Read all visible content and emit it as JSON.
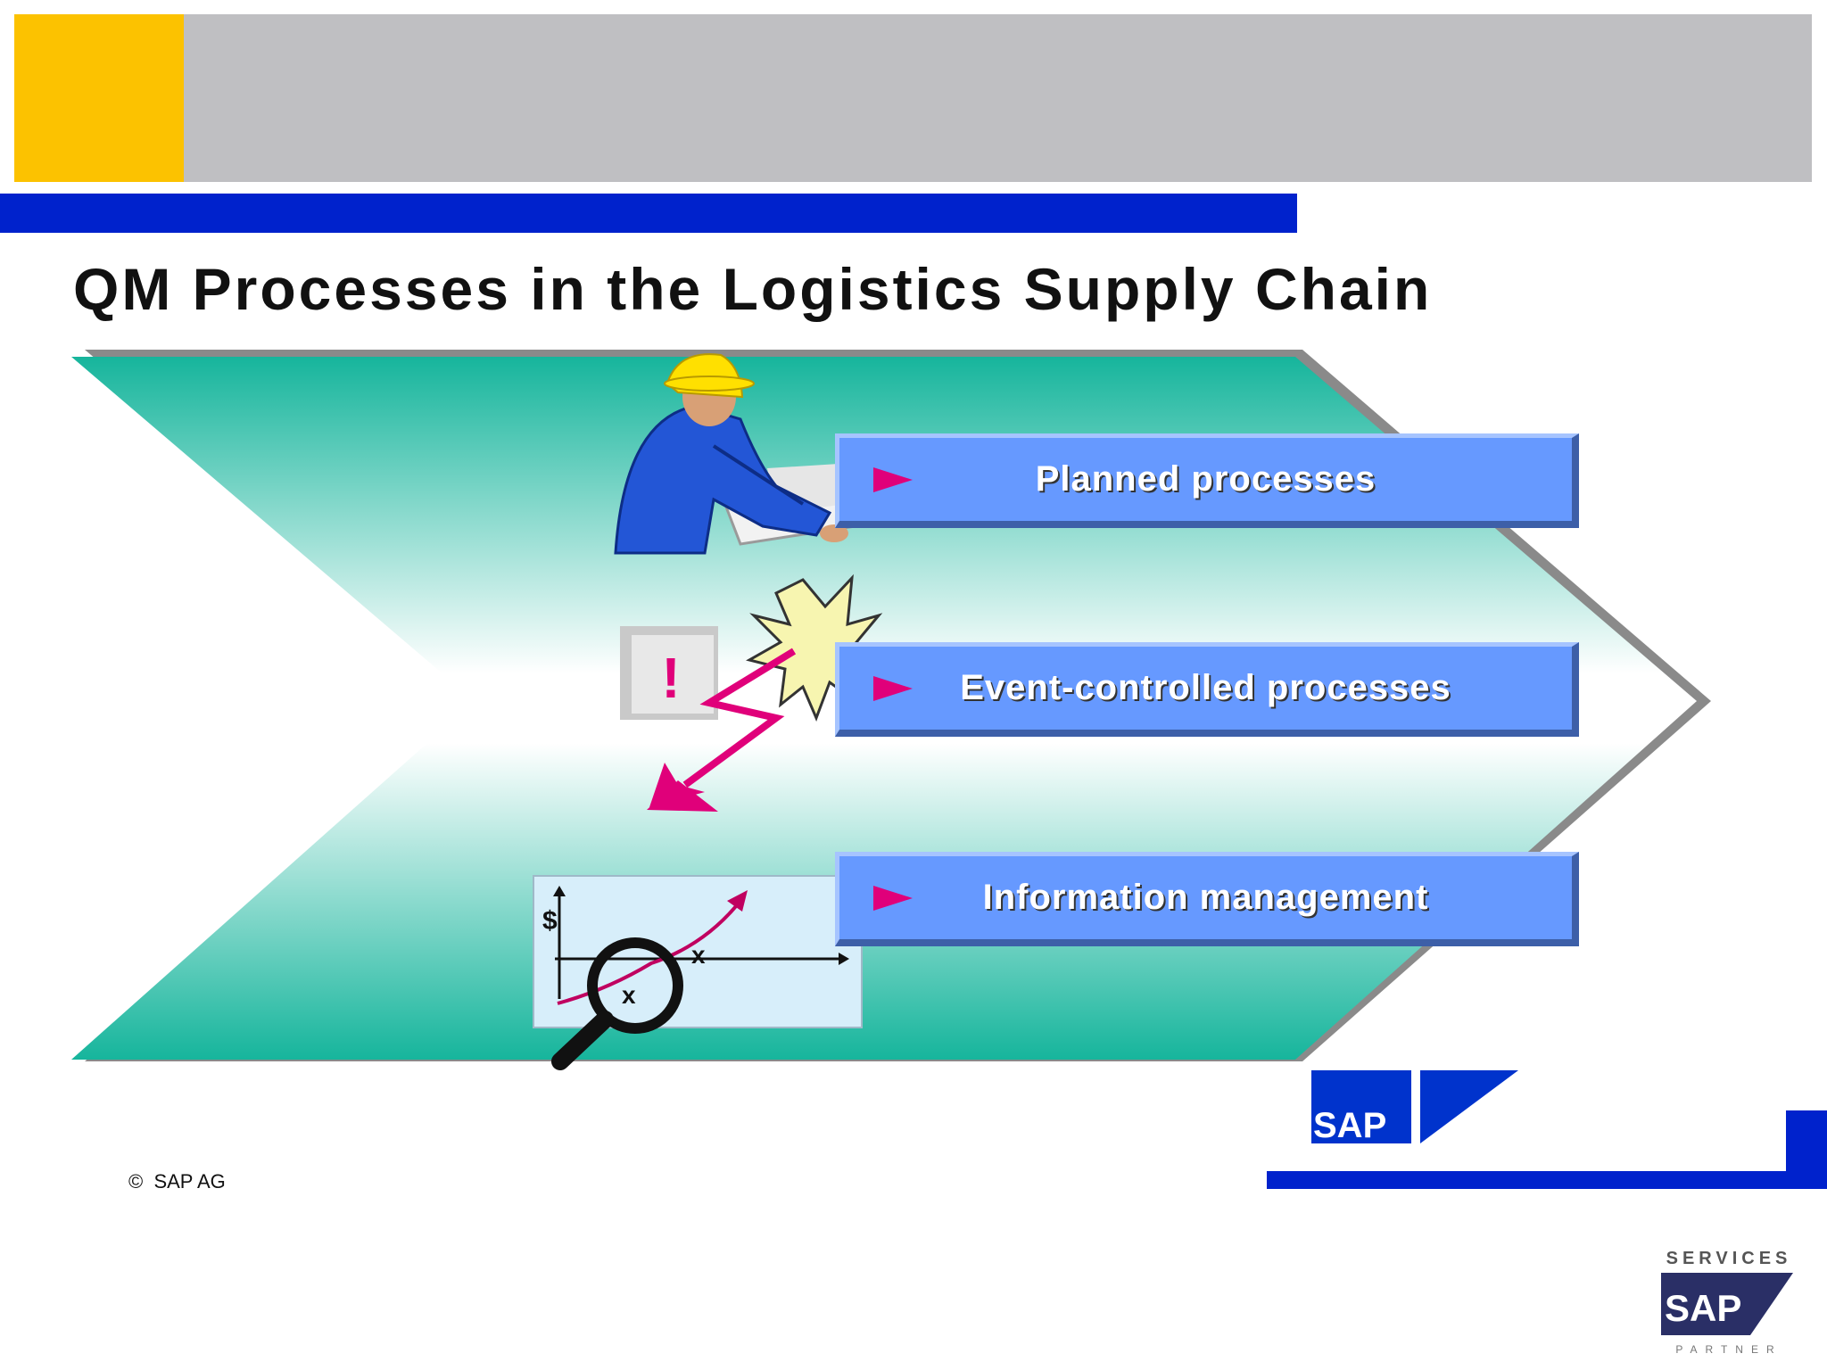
{
  "title": "QM Processes in the Logistics Supply Chain",
  "processes": [
    {
      "label": "Planned processes"
    },
    {
      "label": "Event-controlled processes"
    },
    {
      "label": "Information management"
    }
  ],
  "graph_labels": {
    "y_axis": "$",
    "point_1": "x",
    "point_2": "x"
  },
  "warning_symbol": "!",
  "footer": {
    "copyright": "SAP AG"
  },
  "logos": {
    "sap_text": "SAP",
    "services_text": "SERVICES",
    "partner_text": "PARTNER"
  },
  "colors": {
    "header_yellow": "#fcc200",
    "header_gray": "#bfbfc2",
    "header_blue": "#0022cc",
    "teal": "#16b59c",
    "button_blue": "#6699ff",
    "accent_magenta": "#e0007a",
    "sap_blue": "#0033cc"
  },
  "icons": [
    "construction-worker-icon",
    "explosion-icon",
    "warning-sign-icon",
    "lightning-arrow-icon",
    "chart-magnifier-icon"
  ]
}
